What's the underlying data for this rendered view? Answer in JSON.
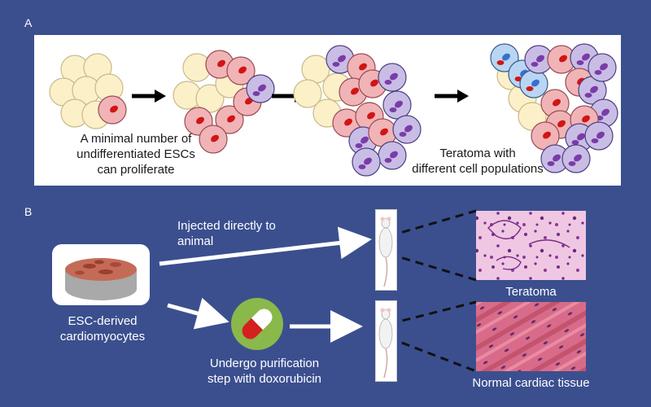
{
  "panel_a": {
    "label": "A",
    "caption_left": [
      "A minimal number of",
      "undifferentiated ESCs",
      "can proliferate"
    ],
    "caption_right": [
      "Teratoma with",
      "different cell populations"
    ]
  },
  "panel_b": {
    "label": "B",
    "injected_label": [
      "Injected directly to",
      "animal"
    ],
    "source_label": [
      "ESC-derived",
      "cardiomyocytes"
    ],
    "purification_label": [
      "Undergo purification",
      "step with doxorubicin"
    ],
    "teratoma_label": "Teratoma",
    "normal_label": "Normal cardiac tissue"
  },
  "colors": {
    "background": "#3b4f8f",
    "undifferentiated_cell": "#fbf0c8",
    "cardiac_cell": "#f0b4b6",
    "neural_cell": "#c9bde6",
    "epithelial_cell": "#b8d6f2",
    "nucleus_red": "#d21414",
    "nucleus_purple": "#7a3ca8",
    "nucleus_blue": "#3a6fcf",
    "pill_badge": "#8ab84a"
  }
}
